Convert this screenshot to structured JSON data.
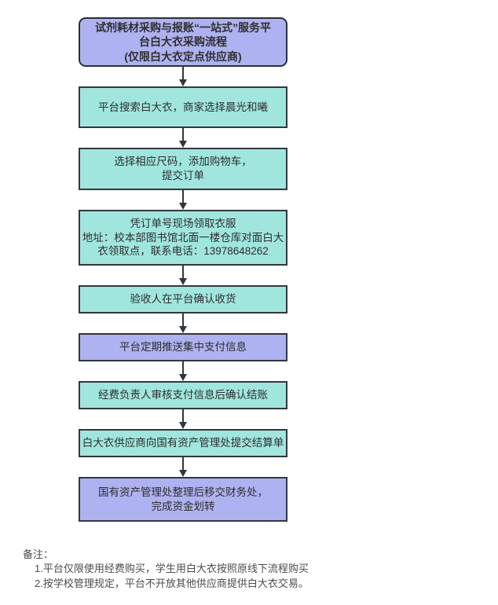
{
  "colors": {
    "node_teal": "#A0E6DF",
    "node_purple": "#AEB2F0",
    "node_border": "#33373d",
    "arrow": "#33373d",
    "node_text": "#2e2e2e",
    "note_text": "#4b4b4b",
    "background": "#ffffff"
  },
  "flowchart": {
    "nodes": [
      {
        "id": "title",
        "color": "purple",
        "lines": [
          "试剂耗材采购与报账“一站式”服务平",
          "台白大衣采购流程",
          "(仅限白大衣定点供应商)"
        ]
      },
      {
        "id": "search-merchant",
        "color": "teal",
        "lines": [
          "平台搜索白大衣，商家选择晨光和曦"
        ]
      },
      {
        "id": "select-size",
        "color": "teal",
        "lines": [
          "选择相应尺码，添加购物车，",
          "提交订单"
        ]
      },
      {
        "id": "pickup",
        "color": "teal",
        "lines": [
          "凭订单号现场领取衣服",
          "地址：校本部图书馆北面一楼仓库对面白大",
          "衣领取点，联系电话：13978648262"
        ]
      },
      {
        "id": "confirm-receipt",
        "color": "teal",
        "lines": [
          "验收人在平台确认收货"
        ]
      },
      {
        "id": "push-payment-info",
        "color": "purple",
        "lines": [
          "平台定期推送集中支付信息"
        ]
      },
      {
        "id": "review-settle",
        "color": "teal",
        "lines": [
          "经费负责人审核支付信息后确认结账"
        ]
      },
      {
        "id": "submit-statement",
        "color": "teal",
        "lines": [
          "白大衣供应商向国有资产管理处提交结算单"
        ]
      },
      {
        "id": "fund-transfer",
        "color": "purple",
        "lines": [
          "国有资产管理处整理后移交财务处，",
          "完成资金划转"
        ]
      }
    ]
  },
  "notes": {
    "title": "备注：",
    "items": [
      "1.平台仅限使用经费购买，学生用白大衣按照原线下流程购买",
      "2.按学校管理规定，平台不开放其他供应商提供白大衣交易。"
    ]
  }
}
